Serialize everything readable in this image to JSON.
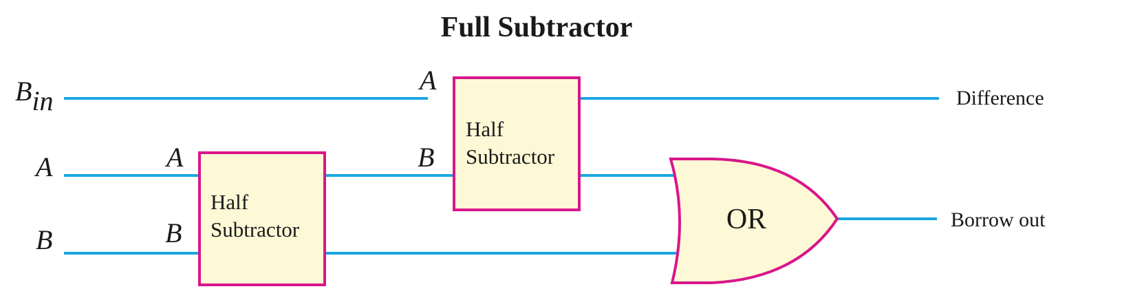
{
  "title": "Full Subtractor",
  "inputs": {
    "bin_main": "B",
    "bin_sub": "in",
    "a": "A",
    "b": "B"
  },
  "half_subtractor_1": {
    "label_line1": "Half",
    "label_line2": "Subtractor",
    "input_a": "A",
    "input_b": "B"
  },
  "half_subtractor_2": {
    "label_line1": "Half",
    "label_line2": "Subtractor",
    "input_a": "A",
    "input_b": "B"
  },
  "or_gate": {
    "label": "OR"
  },
  "outputs": {
    "difference": "Difference",
    "borrow_out": "Borrow out"
  },
  "colors": {
    "wire": "#1aa7e0",
    "block_border": "#d9168a",
    "block_fill": "#fdf9d6"
  }
}
